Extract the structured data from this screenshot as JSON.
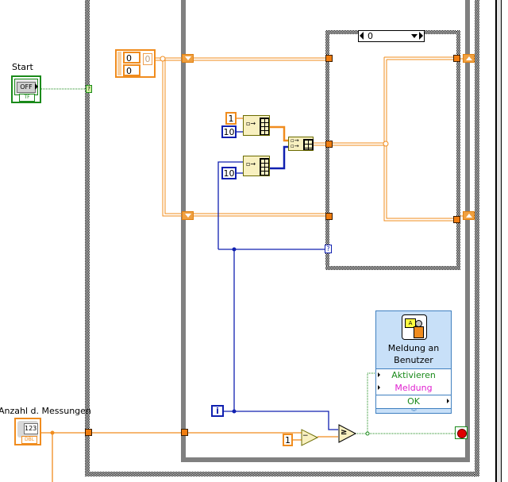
{
  "controls": {
    "start": {
      "label": "Start",
      "button_text": "OFF",
      "type_text": "TF"
    },
    "anzahl": {
      "label": "Anzahl d. Messungen",
      "value": "123",
      "type_text": "DBL"
    }
  },
  "constants": {
    "array_top": "0",
    "array_bottom": "0",
    "array_index": "0",
    "one_a": "1",
    "ten_a": "10",
    "ten_b": "10",
    "one_b": "1"
  },
  "case_selector": {
    "value": "0"
  },
  "terminals": {
    "selector_question": "?",
    "stop_question": "?",
    "iteration": "i"
  },
  "functions": {
    "subtract": "−",
    "compare": "≥"
  },
  "express_vi": {
    "title_line1": "Meldung an",
    "title_line2": "Benutzer",
    "ports": [
      "Aktivieren",
      "Meldung",
      "OK"
    ],
    "colors": {
      "aktivieren": "#1a8a1a",
      "meldung": "#e020d0",
      "ok": "#1a8a1a"
    }
  },
  "colors": {
    "wire_numeric": "#f08c1e",
    "wire_integer": "#1020b0",
    "wire_boolean": "#1a8a1a",
    "loop_frame": "#808080"
  }
}
